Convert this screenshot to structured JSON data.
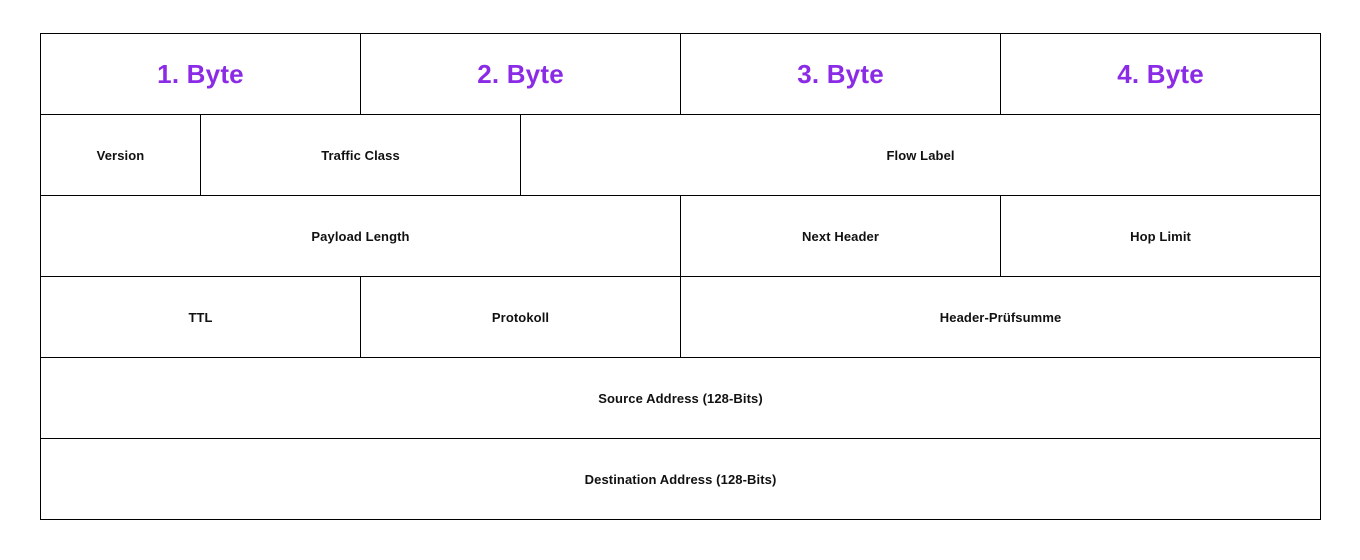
{
  "diagram": {
    "title_text": "",
    "accent_color": "#8b2be6",
    "text_color": "#111111",
    "border_color": "#000000",
    "background_color": "#ffffff",
    "byte_header_row": {
      "cells": [
        {
          "label": "1. Byte"
        },
        {
          "label": "2. Byte"
        },
        {
          "label": "3. Byte"
        },
        {
          "label": "4. Byte"
        }
      ]
    },
    "field_rows": [
      {
        "row_name": "version-traffic-flow",
        "cells": [
          {
            "label": "Version"
          },
          {
            "label": "Traffic Class"
          },
          {
            "label": "Flow Label"
          }
        ]
      },
      {
        "row_name": "payload-nextheader-hoplimit",
        "cells": [
          {
            "label": "Payload Length"
          },
          {
            "label": "Next Header"
          },
          {
            "label": "Hop Limit"
          }
        ]
      },
      {
        "row_name": "ttl-protokoll-pruefsumme",
        "cells": [
          {
            "label": "TTL"
          },
          {
            "label": "Protokoll"
          },
          {
            "label": "Header-Prüfsumme"
          }
        ]
      },
      {
        "row_name": "source-address",
        "cells": [
          {
            "label": "Source Address (128-Bits)"
          }
        ]
      },
      {
        "row_name": "destination-address",
        "cells": [
          {
            "label": "Destination Address (128-Bits)"
          }
        ]
      }
    ]
  }
}
